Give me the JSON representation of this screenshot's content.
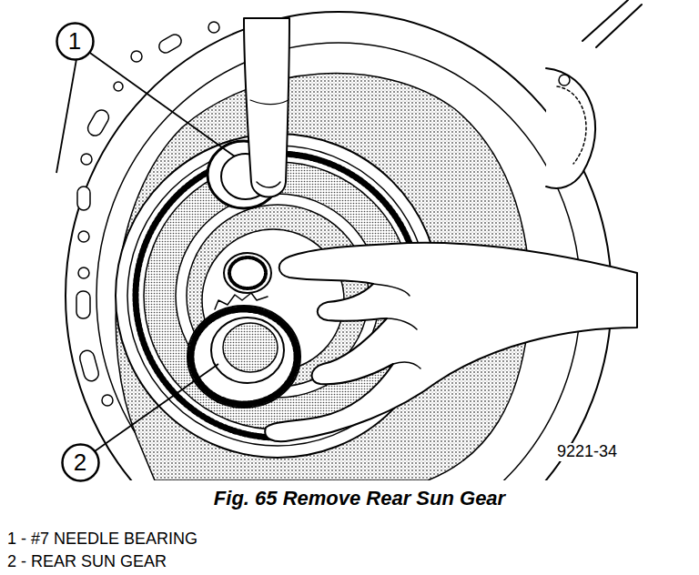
{
  "diagram": {
    "caption": "Fig. 65 Remove Rear Sun Gear",
    "nodes": [
      {
        "text": [
          "1"
        ]
      },
      {
        "text": [
          "2"
        ]
      }
    ],
    "labels": [
      "9221-34",
      "1 - #7 NEEDLE BEARING",
      "2 - REAR SUN GEAR"
    ]
  }
}
